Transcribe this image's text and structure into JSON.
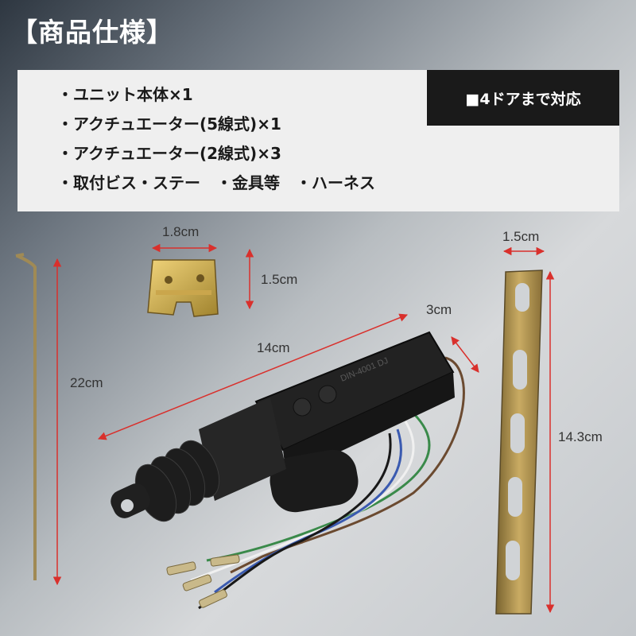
{
  "title": "【商品仕様】",
  "specs": {
    "items": [
      "ユニット本体×1",
      "アクチュエーター(5線式)×1",
      "アクチュエーター(2線式)×3",
      "取付ビス・ステー　・金具等　・ハーネス"
    ],
    "badge": "■4ドアまで対応"
  },
  "dimensions": {
    "bracket_width": "1.8cm",
    "bracket_height": "1.5cm",
    "rod_length": "22cm",
    "actuator_length": "14cm",
    "actuator_width": "3cm",
    "stay_width": "1.5cm",
    "stay_length": "14.3cm"
  },
  "product_label": "DIN-4001 DJ",
  "colors": {
    "dimension_arrow": "#d9302c",
    "actuator_body": "#1e1e1e",
    "metal": "#b89a5a",
    "badge_bg": "#1a1a1a"
  }
}
